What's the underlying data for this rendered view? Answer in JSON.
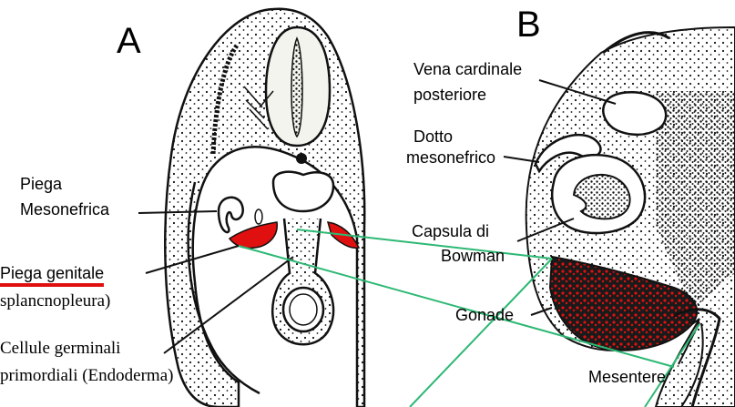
{
  "panels": {
    "a": {
      "letter": "A"
    },
    "b": {
      "letter": "B"
    }
  },
  "labels_a": {
    "piega_mesonefrica_1": "Piega",
    "piega_mesonefrica_2": "Mesonefrica",
    "piega_genitale": "Piega genitale",
    "splancnopleura": "splancnopleura)",
    "cellule_1": "Cellule germinali",
    "cellule_2": "primordiali (Endoderma)"
  },
  "labels_b": {
    "vena_1": "Vena cardinale",
    "vena_2": "posteriore",
    "dotto_1": "Dotto",
    "dotto_2": "mesonefrico",
    "capsula_1": "Capsula di",
    "capsula_2": "Bowman",
    "gonade": "Gonade",
    "mesentere": "Mesentere"
  },
  "colors": {
    "highlight_red": "#e01010",
    "connector_green": "#2db874",
    "ink": "#111111"
  }
}
